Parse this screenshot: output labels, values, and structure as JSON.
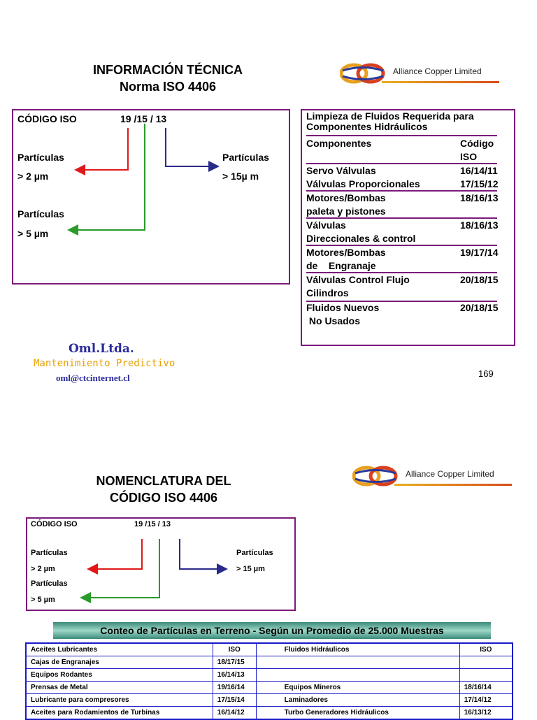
{
  "slide1": {
    "title_line1": "INFORMACIÓN TÉCNICA",
    "title_line2": "Norma ISO 4406",
    "logo_text": "Alliance Copper Limited",
    "code_label": "CÓDIGO ISO",
    "code_value": "19 /15 / 13",
    "particles_2_label": "Partículas",
    "particles_2_size": "> 2 µm",
    "particles_5_label": "Partículas",
    "particles_5_size": "> 5 µm",
    "particles_15_label": "Partículas",
    "particles_15_size": "> 15µ m",
    "spec_title_line1": "Limpieza de Fluidos Requerida para",
    "spec_title_line2": "Componentes Hidráulicos",
    "spec_header": {
      "component": "Componentes",
      "code_line1": "Código",
      "code_line2": "ISO"
    },
    "spec_rows": [
      {
        "component": "Servo Válvulas",
        "code": "16/14/11"
      },
      {
        "component": "Válvulas Proporcionales",
        "code": "17/15/12"
      },
      {
        "component": "Motores/Bombas",
        "component_line2": "paleta y pistones",
        "code": "18/16/13"
      },
      {
        "component": "Válvulas",
        "component_line2": "Direccionales & control",
        "code": "18/16/13"
      },
      {
        "component": "Motores/Bombas",
        "component_line2": "de    Engranaje",
        "code": "19/17/14"
      },
      {
        "component": "Válvulas Control Flujo",
        "component_line2": "Cilindros",
        "code": "20/18/15"
      },
      {
        "component": "Fluidos Nuevos",
        "component_line2": " No Usados",
        "code": "20/18/15"
      }
    ],
    "company_name": "Oml.Ltda.",
    "company_tagline": "Mantenimiento Predictivo",
    "company_email": "oml@ctcinternet.cl",
    "page_number": "169"
  },
  "slide2": {
    "title_line1": "NOMENCLATURA DEL",
    "title_line2": "CÓDIGO ISO 4406",
    "logo_text": "Alliance Copper Limited",
    "code_label": "CÓDIGO ISO",
    "code_value": "19 /15 / 13",
    "particles_2_label": "Partículas",
    "particles_2_size": "> 2 µm",
    "particles_5_label": "Partículas",
    "particles_5_size": "> 5 µm",
    "particles_15_label": "Partículas",
    "particles_15_size": "> 15 µm",
    "banner": "Conteo de Partículas en Terreno - Según un Promedio de 25.000 Muestras",
    "table": {
      "headers": [
        "Aceites Lubricantes",
        "ISO",
        "Fluidos Hidráulicos",
        "ISO"
      ],
      "rows": [
        [
          "Cajas de Engranajes",
          "18/17/15",
          "",
          ""
        ],
        [
          "Equipos Rodantes",
          "16/14/13",
          "",
          ""
        ],
        [
          "Prensas de Metal",
          "19/16/14",
          "Equipos Mineros",
          "18/16/14"
        ],
        [
          "Lubricante para compresores",
          "17/15/14",
          "Laminadores",
          "17/14/12"
        ],
        [
          "Aceites para Rodamientos de Turbinas",
          "16/14/12",
          "Turbo Generadores Hidráulicos",
          "16/13/12"
        ]
      ]
    }
  },
  "colors": {
    "frame": "#7a1a7a",
    "red_arrow": "#e01818",
    "green_arrow": "#2a9a2a",
    "blue_arrow": "#2a2a8a",
    "table_border": "#1a1ac8"
  }
}
